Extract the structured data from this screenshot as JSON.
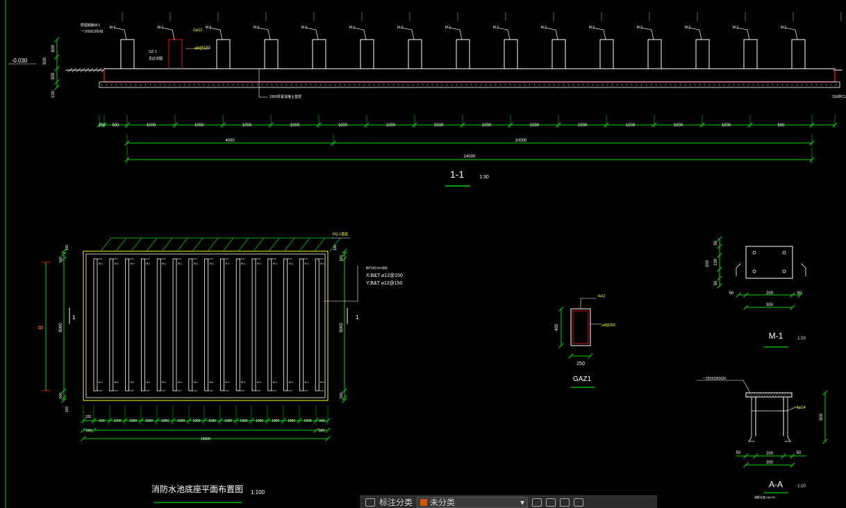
{
  "section_1_1": {
    "title": "1-1",
    "scale": "1:30",
    "elevation": "-0.030",
    "heights_left": [
      "600",
      "900",
      "300",
      "100"
    ],
    "note_top_left_1": "预埋钢板M-1",
    "note_top_left_2": "一200X200X8",
    "pier_labels": [
      "M-1",
      "M-1",
      "M-1",
      "M-1",
      "M-1",
      "M-1",
      "M-1",
      "M-1",
      "M-1",
      "M-1",
      "M-1",
      "M-1",
      "M-1",
      "M-1",
      "M-1"
    ],
    "rebar_top": "2⌀12",
    "rebar_stirrup": "⌀8@150",
    "gaz_label": "GZ-1",
    "gaz_sub": "见此详图",
    "note_bottom": "1000厚素混凝土垫层",
    "note_right": "100厚C15",
    "dims_row1": [
      "100",
      "500",
      "1000",
      "1000",
      "1000",
      "1000",
      "1000",
      "1000",
      "1000",
      "1000",
      "1000",
      "1000",
      "1000",
      "1000",
      "1000",
      "500"
    ],
    "dims_row2": [
      "4000",
      "10000"
    ],
    "dims_total": "14000"
  },
  "plan": {
    "title": "消防水池底座平面布置图",
    "scale": "1:100",
    "label_top_right": "RQ-1基座",
    "label_bar_cap": "M-1",
    "dim_left_total": "8",
    "dim_left": "8000",
    "dim_right": "8000",
    "dim_left_small": [
      "500",
      "500",
      "100"
    ],
    "dim_right_small": [
      "100",
      "500",
      "500"
    ],
    "section_mark": "1",
    "note_lines": [
      "BP100 h=300",
      "X:B&T ⌀12@150",
      "Y:B&T ⌀12@150"
    ],
    "dims_bottom": [
      "500",
      "1000",
      "1000",
      "1000",
      "1000",
      "1000",
      "1000",
      "1000",
      "1000",
      "1000",
      "1000",
      "1000",
      "1000",
      "1000",
      "500"
    ],
    "dims_bottom2": [
      "500",
      "500"
    ],
    "dims_total": "14000",
    "dim_corner": "100"
  },
  "gaz1": {
    "title": "GAZ1",
    "rebar": "4⌀12",
    "stirrup": "⌀8@200",
    "height": "400",
    "width": "250"
  },
  "m1": {
    "title": "M-1",
    "scale": "1:10",
    "dims_left": [
      "50",
      "200",
      "100",
      "50"
    ],
    "dims_bottom": [
      "50",
      "200",
      "50"
    ],
    "total": "300"
  },
  "aa": {
    "title": "A-A",
    "scale": "1:10",
    "plate": "一200X200X20",
    "anchor": "4⌀14",
    "height": "300",
    "dims_bottom": [
      "50",
      "200",
      "50"
    ],
    "total": "300",
    "note": "锚筋长度=l@225"
  },
  "toolbar": {
    "layer_label": "标注分类",
    "layer_value": "未分类"
  },
  "colors": {
    "green": "#00d400",
    "red": "#e01010",
    "yellow": "#ffff00",
    "white": "#ffffff",
    "orange": "#ff6a00"
  }
}
